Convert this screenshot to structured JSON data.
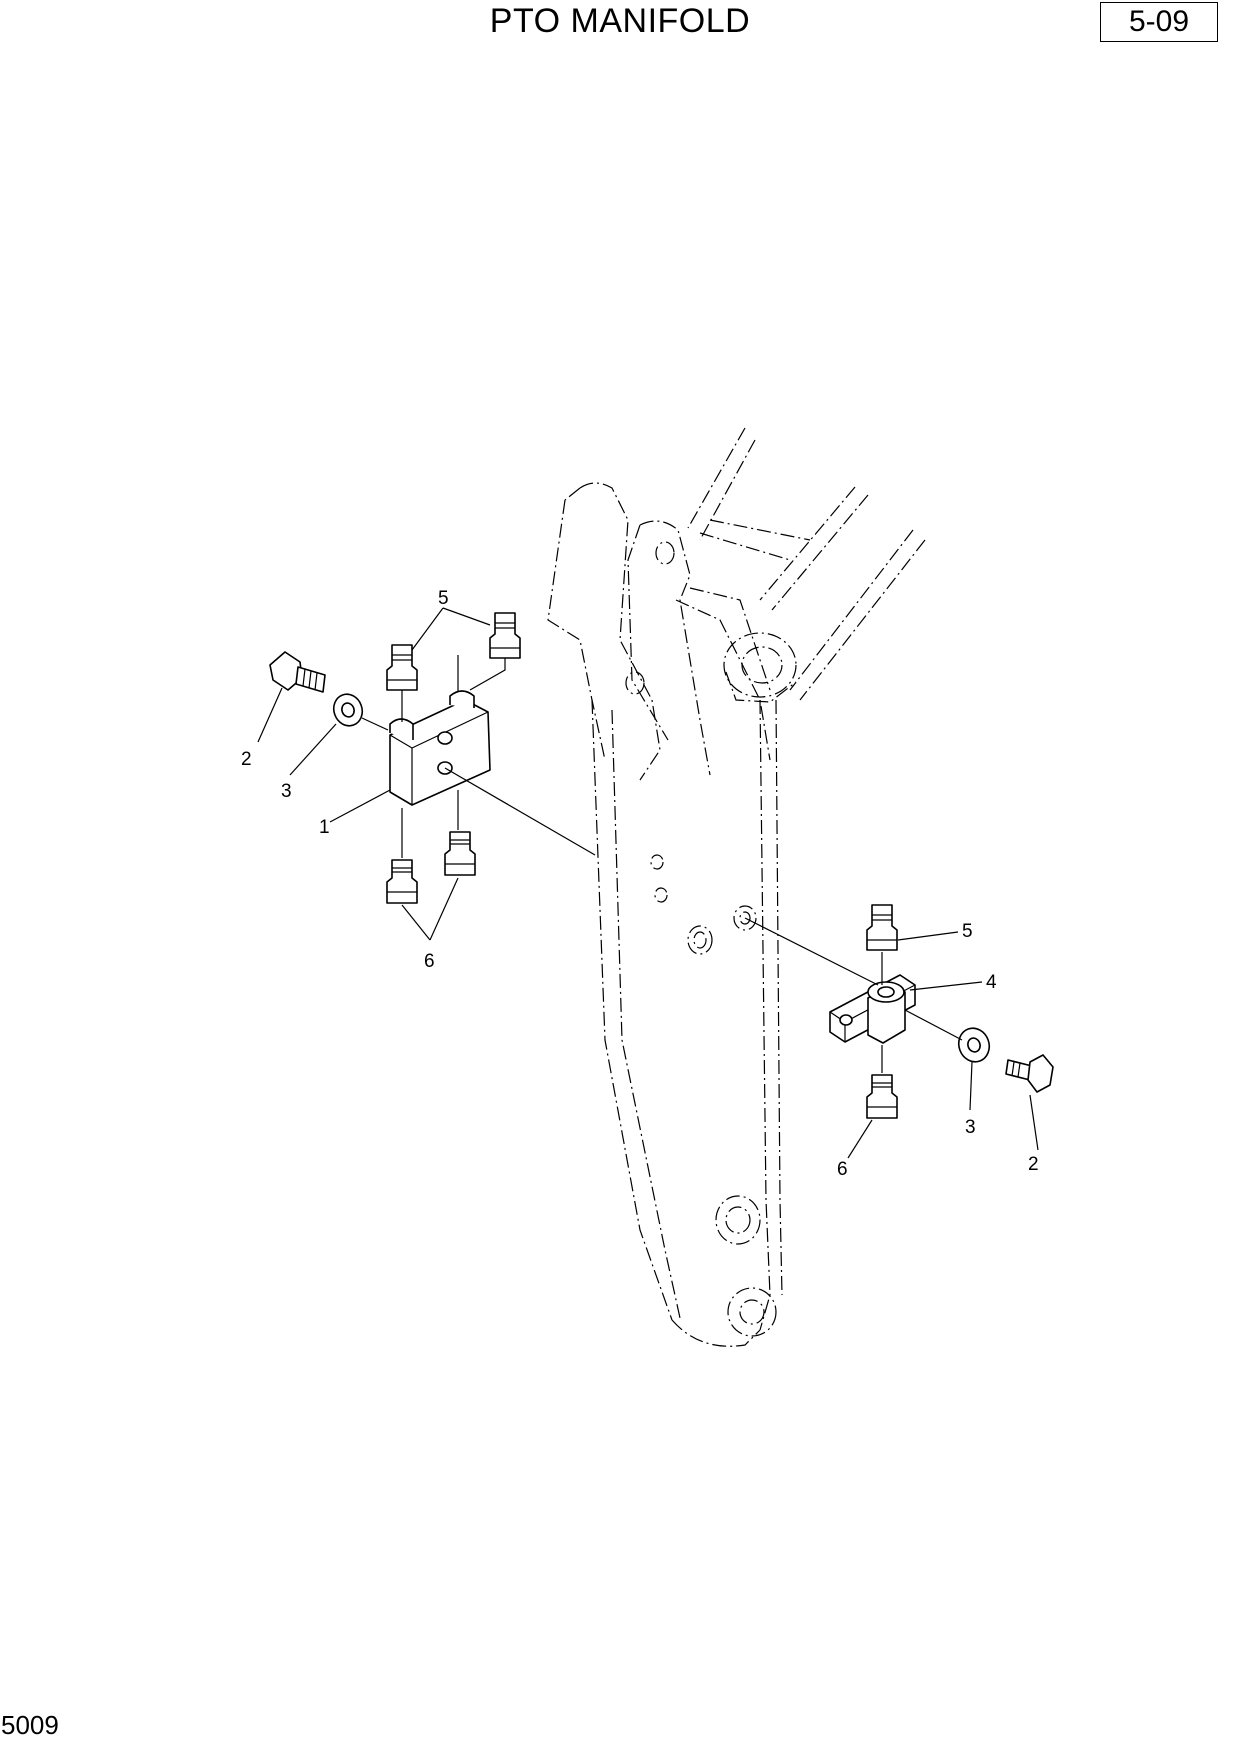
{
  "header": {
    "title": "PTO MANIFOLD",
    "page_ref": "5-09"
  },
  "footer": {
    "code": "5009"
  },
  "callouts": {
    "left": {
      "c5": "5",
      "c2": "2",
      "c3": "3",
      "c1": "1",
      "c6": "6"
    },
    "right": {
      "c5": "5",
      "c4": "4",
      "c3": "3",
      "c2": "2",
      "c6": "6"
    }
  }
}
